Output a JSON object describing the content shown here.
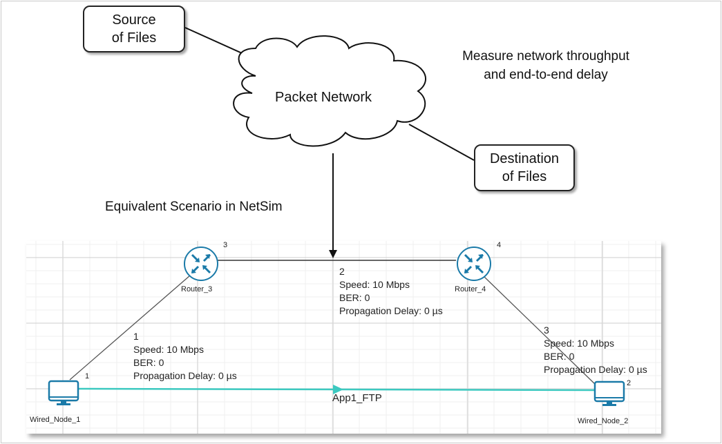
{
  "concept": {
    "source_box": [
      "Source",
      "of Files"
    ],
    "destination_box": [
      "Destination",
      "of Files"
    ],
    "cloud_label": "Packet Network",
    "goal": [
      "Measure network throughput",
      "and end-to-end delay"
    ],
    "scenario_caption": "Equivalent Scenario in NetSim"
  },
  "netsim": {
    "devices": [
      {
        "name": "Router_3",
        "id": "3",
        "type": "router"
      },
      {
        "name": "Router_4",
        "id": "4",
        "type": "router"
      },
      {
        "name": "Wired_Node_1",
        "id": "1",
        "type": "wired-node"
      },
      {
        "name": "Wired_Node_2",
        "id": "2",
        "type": "wired-node"
      }
    ],
    "links": [
      {
        "id": "1",
        "speed": "Speed: 10 Mbps",
        "ber": "BER: 0",
        "delay": "Propagation Delay: 0 µs"
      },
      {
        "id": "2",
        "speed": "Speed: 10 Mbps",
        "ber": "BER: 0",
        "delay": "Propagation Delay: 0 µs"
      },
      {
        "id": "3",
        "speed": "Speed: 10 Mbps",
        "ber": "BER: 0",
        "delay": "Propagation Delay: 0 µs"
      }
    ],
    "application": "App1_FTP",
    "colors": {
      "device": "#1a7aa8",
      "app_flow": "#3cc9c0",
      "link": "#555555"
    }
  }
}
